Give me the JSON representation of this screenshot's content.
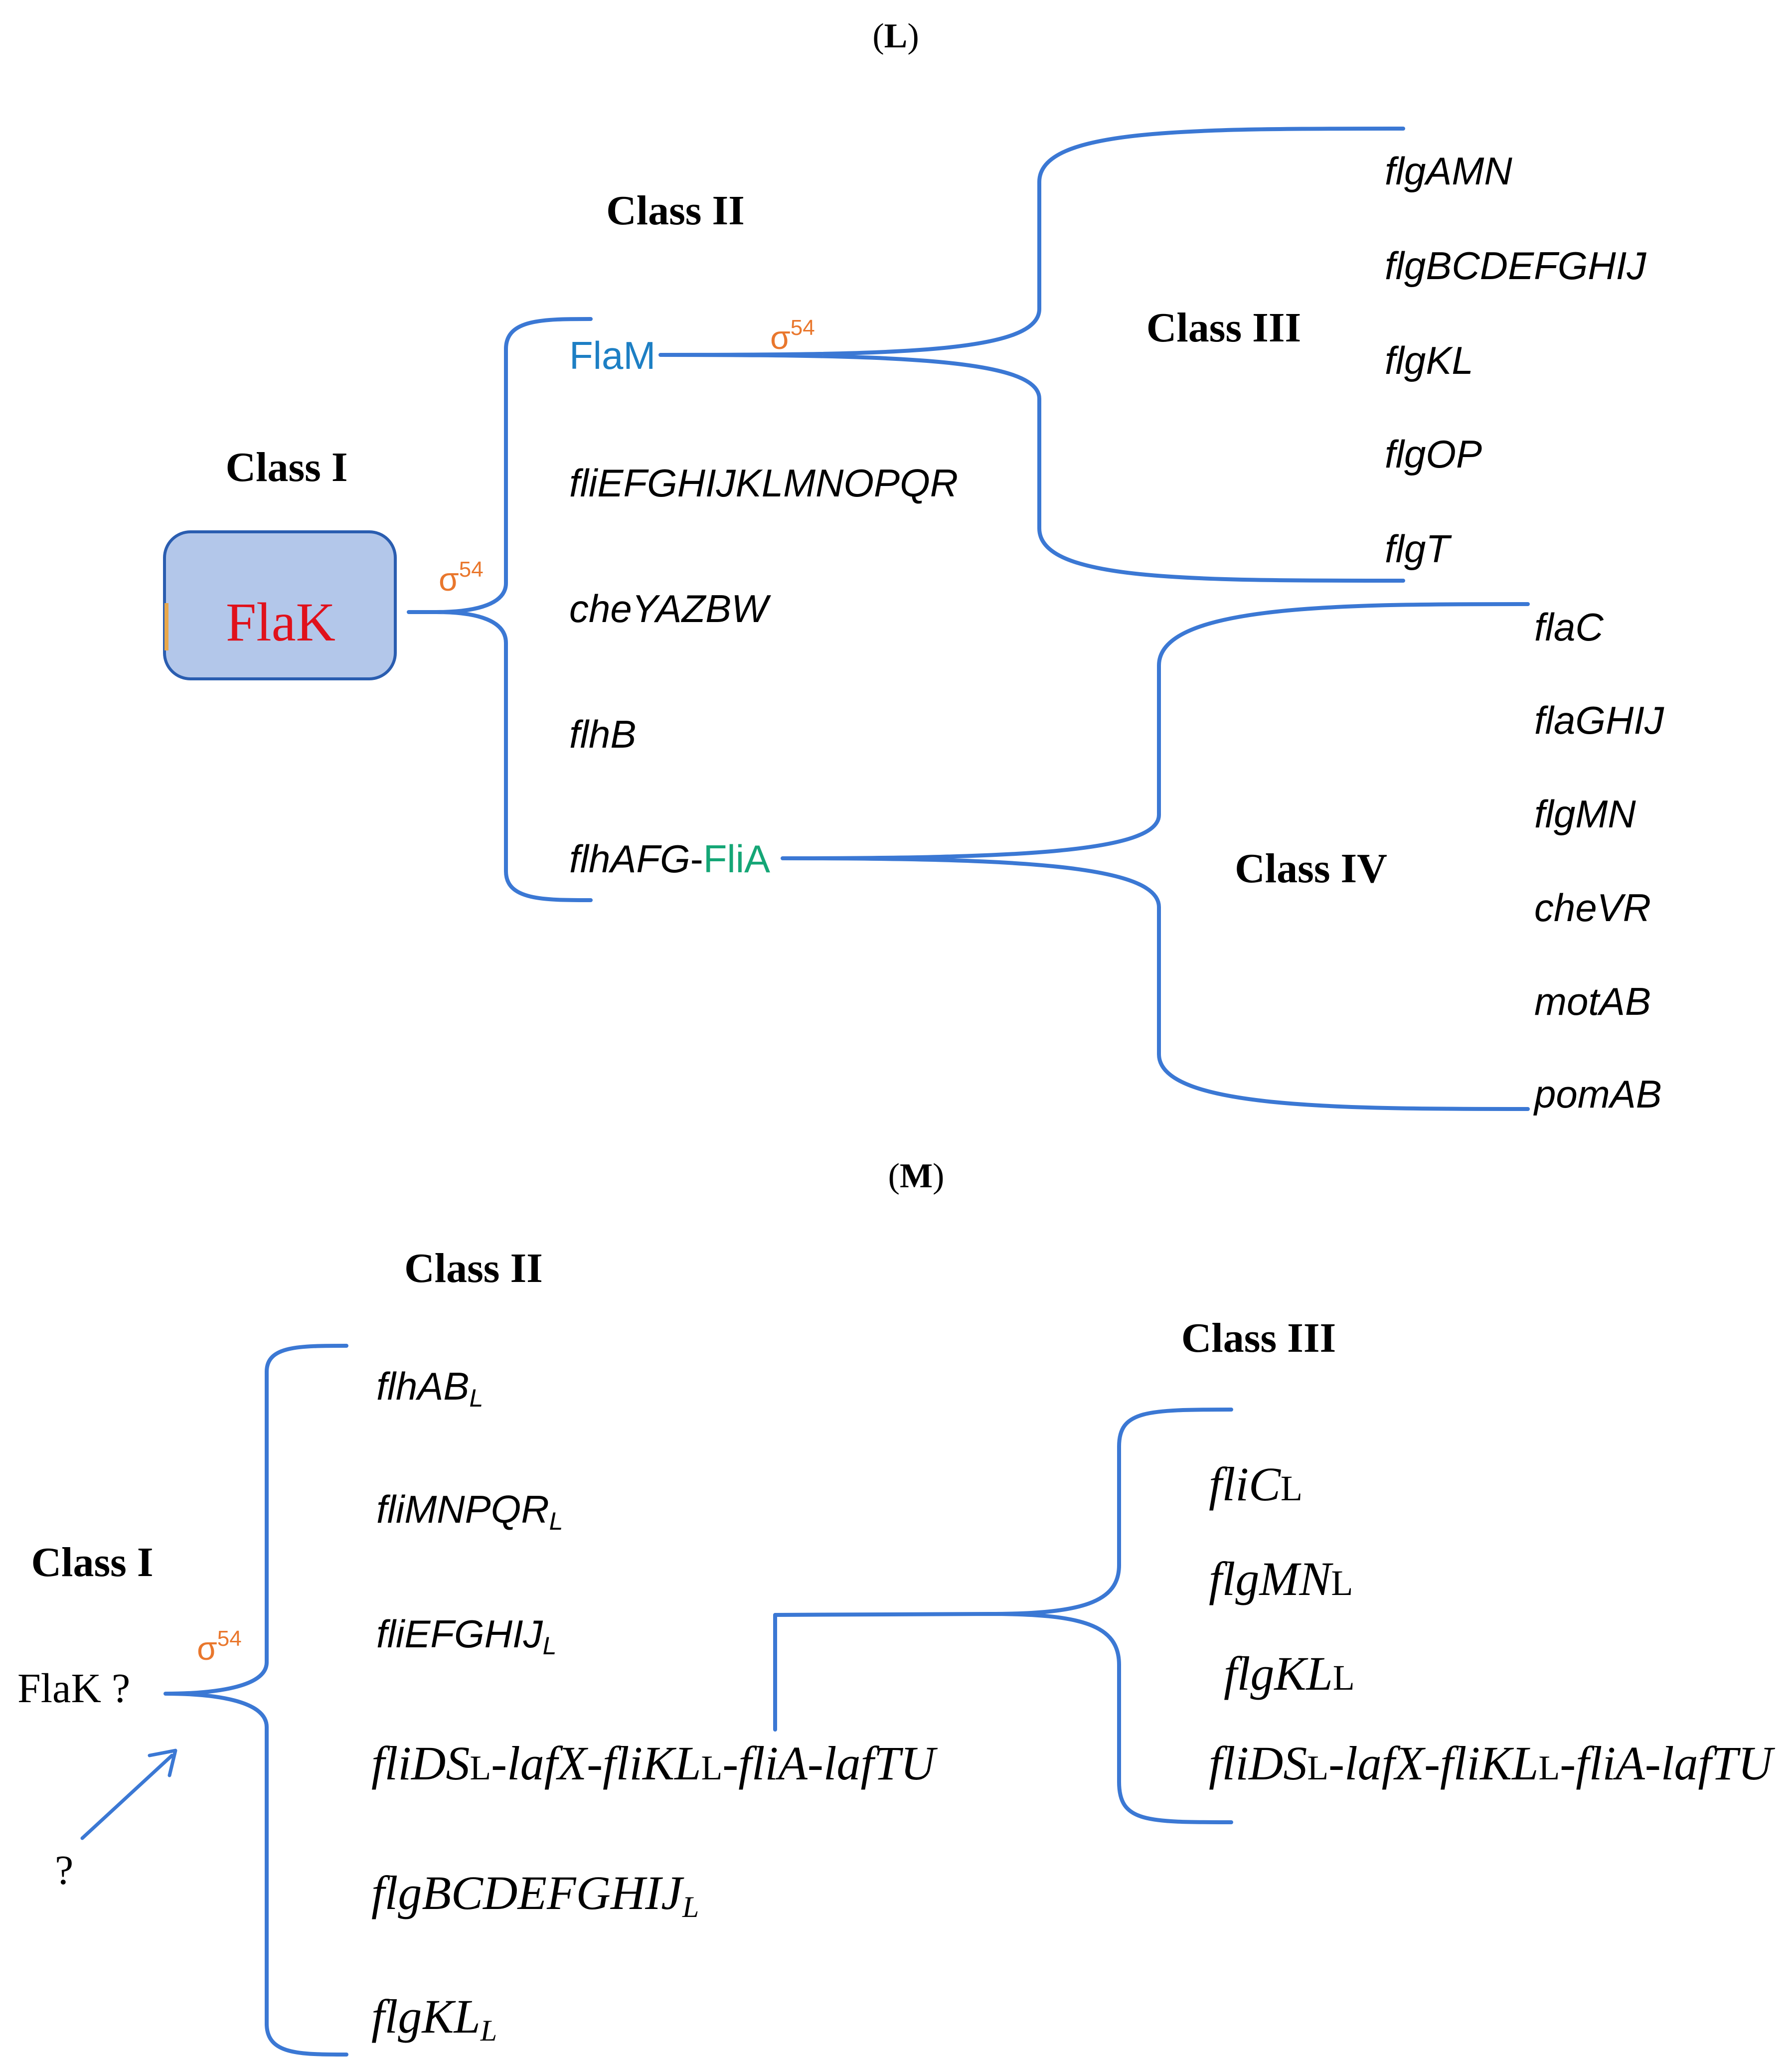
{
  "colors": {
    "line": "#3b78d4",
    "sigma": "#e9772d",
    "flak_text": "#e0111b",
    "flak_fill": "#b3c7ea",
    "flak_border": "#2a5db0",
    "flam": "#1d7fc4",
    "flia": "#15a676"
  },
  "panel_l": {
    "label": "L",
    "class1": "Class I",
    "class2": "Class II",
    "class3": "Class III",
    "class4": "Class IV",
    "flak": "FlaK",
    "sigma_a": "σ",
    "sigma_a_sup": "54",
    "sigma_b": "σ",
    "sigma_b_sup": "54",
    "flam": "FlaM",
    "class2_genes": [
      "fliEFGHIJKLMNOPQR",
      "cheYAZBW",
      "flhB"
    ],
    "flhafg": "flhAFG",
    "dash": "-",
    "flia": "FliA",
    "class3_genes": [
      "flgAMN",
      "flgBCDEFGHIJ",
      "flgKL",
      "flgOP",
      "flgT"
    ],
    "class4_genes": [
      "flaC",
      "flaGHIJ",
      "flgMN",
      "cheVR",
      "motAB",
      "pomAB"
    ]
  },
  "panel_m": {
    "label": "M",
    "class1": "Class I",
    "class2": "Class II",
    "class3": "Class III",
    "flak": "FlaK ?",
    "question": "?",
    "sigma": "σ",
    "sigma_sup": "54",
    "class2_genes": [
      {
        "base": "flhAB",
        "sub": "L"
      },
      {
        "base": "fliMNPQR",
        "sub": "L"
      },
      {
        "base": "fliEFGHIJ",
        "sub": "L"
      }
    ],
    "class2_operon": {
      "p1": "fliDS",
      "p2": "-lafX-fliKL",
      "p3": "-fliA-lafTU",
      "sub": "L"
    },
    "class2_genes_b": [
      {
        "base": "flgBCDEFGHIJ",
        "sub": "L"
      },
      {
        "base": "flgKL",
        "sub": "L"
      }
    ],
    "class3_genes": [
      {
        "base": "fliC",
        "sub": "L"
      },
      {
        "base": "flgMN",
        "sub": "L"
      },
      {
        "base": "flgKL",
        "sub": "L"
      }
    ],
    "class3_operon": {
      "p1": "fliDS",
      "p2": "-lafX-fliKL",
      "p3": "-fliA-lafTU",
      "sub": "L"
    }
  }
}
